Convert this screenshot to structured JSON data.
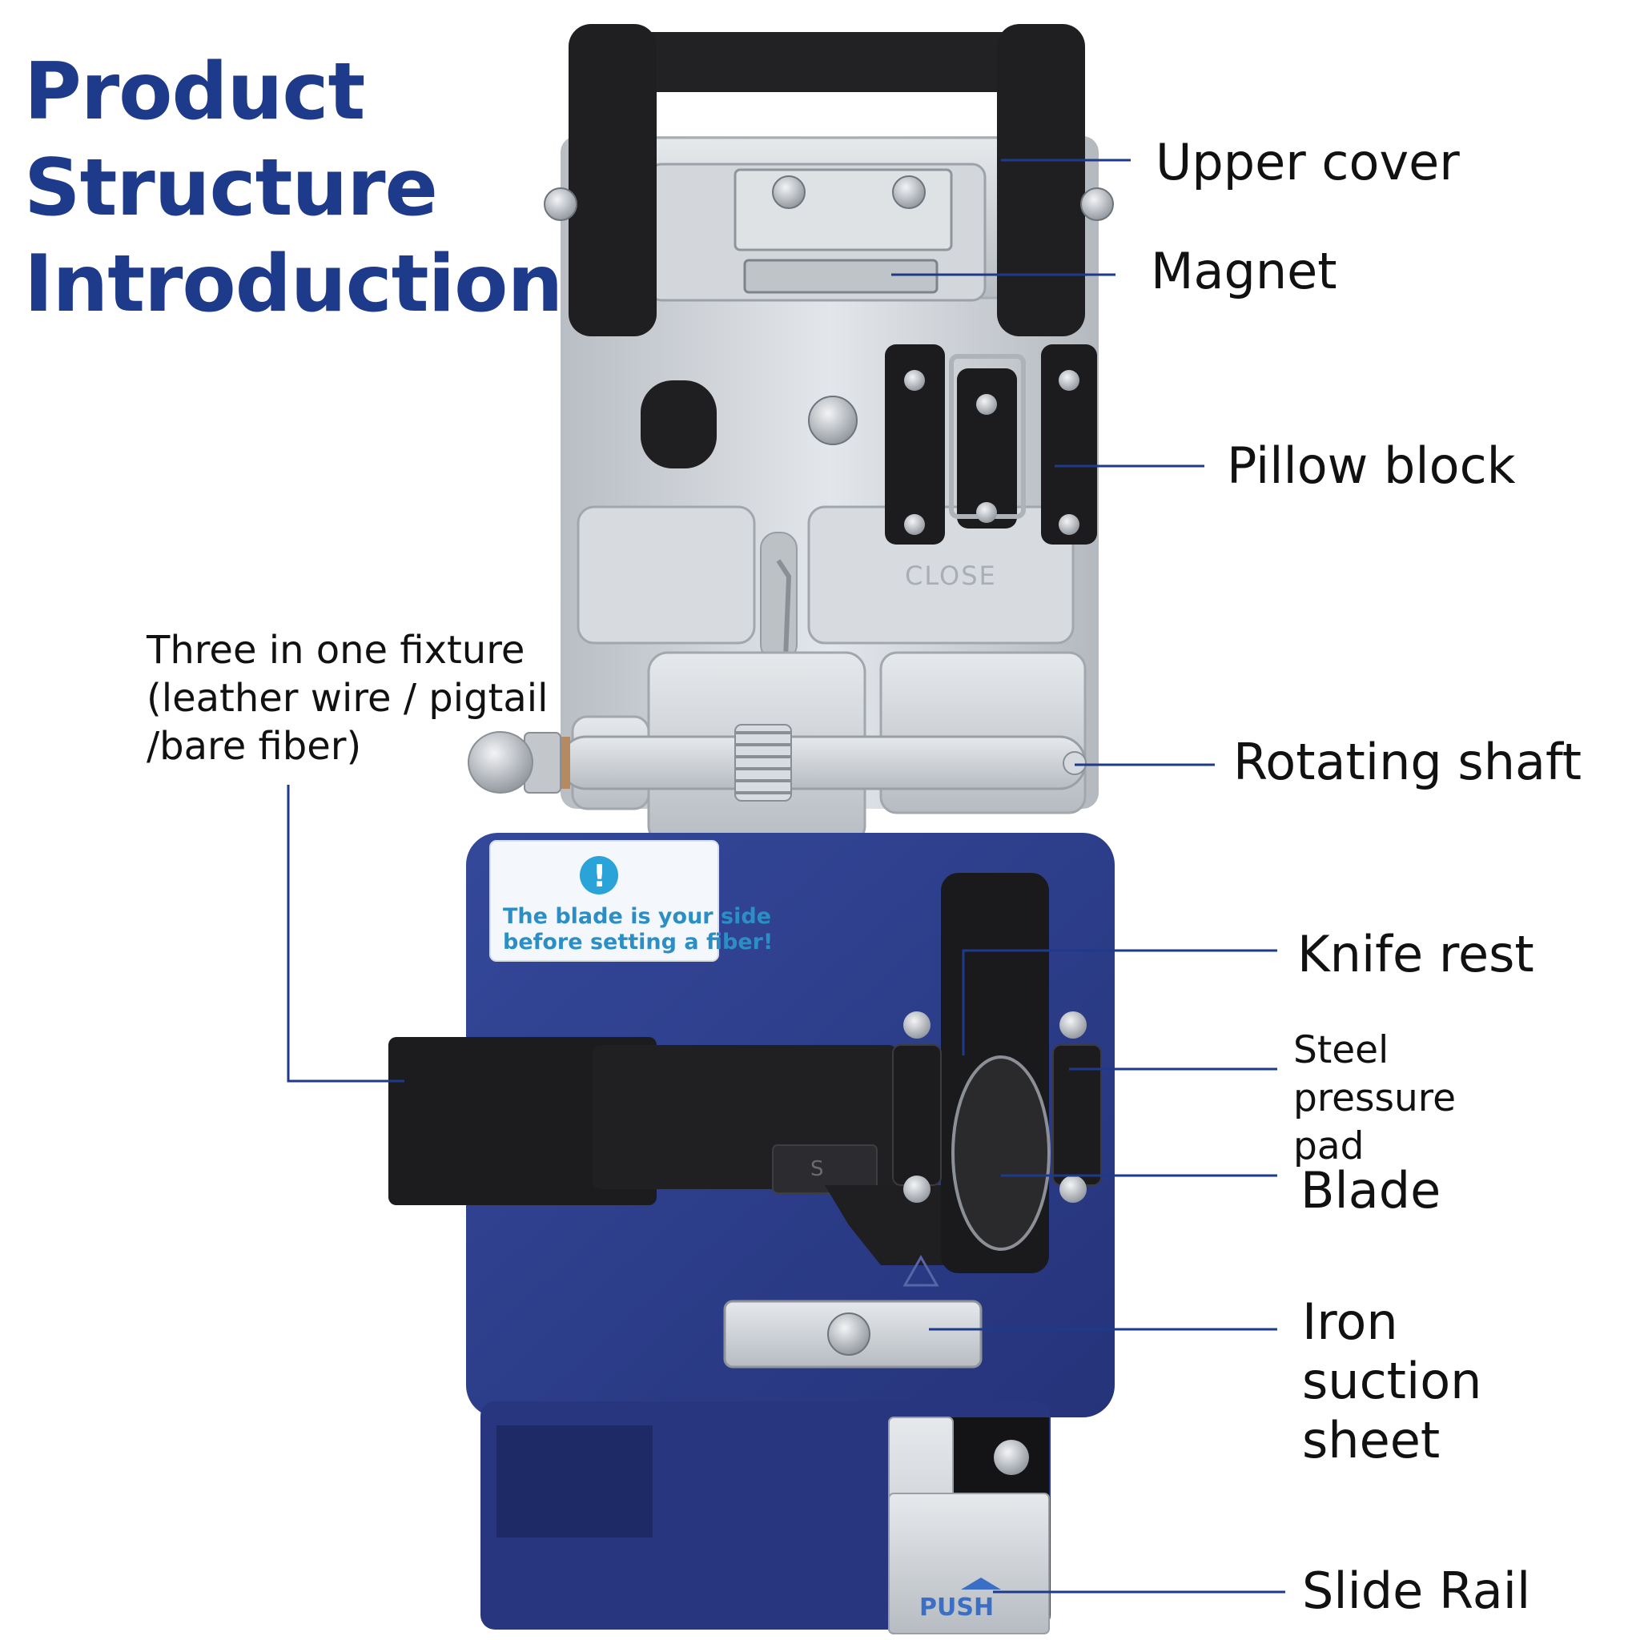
{
  "title": {
    "line1": "Product",
    "line2": "Structure",
    "line3": "Introduction"
  },
  "labels": {
    "upper_cover": "Upper cover",
    "magnet": "Magnet",
    "pillow_block": "Pillow block",
    "fixture_line1": "Three in one fixture",
    "fixture_line2": "(leather wire / pigtail",
    "fixture_line3": "/bare fiber)",
    "rotating_shaft": "Rotating shaft",
    "knife_rest": "Knife rest",
    "steel_line1": "Steel",
    "steel_line2": "pressure",
    "steel_line3": "pad",
    "blade": "Blade",
    "iron_line1": "Iron",
    "iron_line2": "suction",
    "iron_line3": "sheet",
    "slide_rail": "Slide Rail"
  },
  "device_text": {
    "warning_line1": "The blade is your side",
    "warning_line2": "before setting a fiber!",
    "warning_icon": "!",
    "close_mark": "CLOSE",
    "s_mark": "S",
    "push": "PUSH"
  },
  "colors": {
    "title": "#1e3a8a",
    "device_blue": "#2e3f8f",
    "leader_line": "#1e3a8a",
    "aluminum": "#c9cdd2",
    "black_part": "#1c1c1e"
  }
}
